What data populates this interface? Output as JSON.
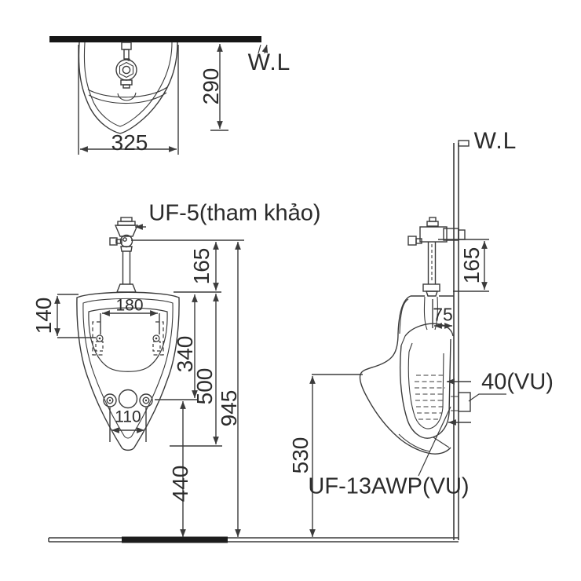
{
  "top_view": {
    "wl": "W.L",
    "dim_depth": "290",
    "dim_width": "325"
  },
  "front_view": {
    "flush_valve_label": "UF-5(tham khảo)",
    "dim_valve_inlet_height": "165",
    "dim_hanger_drop": "140",
    "dim_hanger_spacing": "180",
    "dim_rim_to_bolt": "340",
    "dim_body_height": "500",
    "dim_inlet_to_floor": "945",
    "dim_bolt_spacing": "110",
    "dim_bolt_to_floor": "440"
  },
  "side_view": {
    "wl": "W.L",
    "dim_valve_inlet_height": "165",
    "dim_spud_to_wall": "75",
    "dim_lip_height": "530",
    "outlet_pipe_label": "40(VU)",
    "trap_model_label": "UF-13AWP(VU)"
  },
  "colors": {
    "line": "#3b3b3b",
    "wall": "#161616",
    "text": "#2b2b2b",
    "background": "#ffffff"
  }
}
